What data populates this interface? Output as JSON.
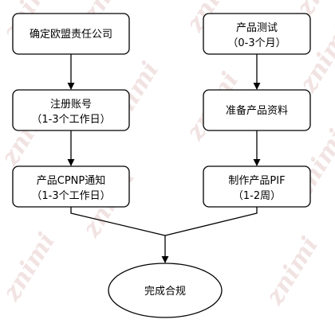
{
  "watermark": "znimi",
  "nodes": {
    "confirm_rep": {
      "lines": [
        "确定欧盟责任公司"
      ]
    },
    "register": {
      "lines": [
        "注册账号",
        "（1-3个工作日）"
      ]
    },
    "cpnp": {
      "lines": [
        "产品CPNP通知",
        "（1-3个工作日）"
      ]
    },
    "test": {
      "lines": [
        "产品测试",
        "（0-3个月）"
      ]
    },
    "prepare_docs": {
      "lines": [
        "准备产品资料"
      ]
    },
    "pif": {
      "lines": [
        "制作产品PIF",
        "（1-2周）"
      ]
    },
    "complete": {
      "lines": [
        "完成合规"
      ]
    }
  },
  "colors": {
    "stroke": "#000000",
    "fill": "#ffffff",
    "watermark": "#f2e3e3"
  }
}
